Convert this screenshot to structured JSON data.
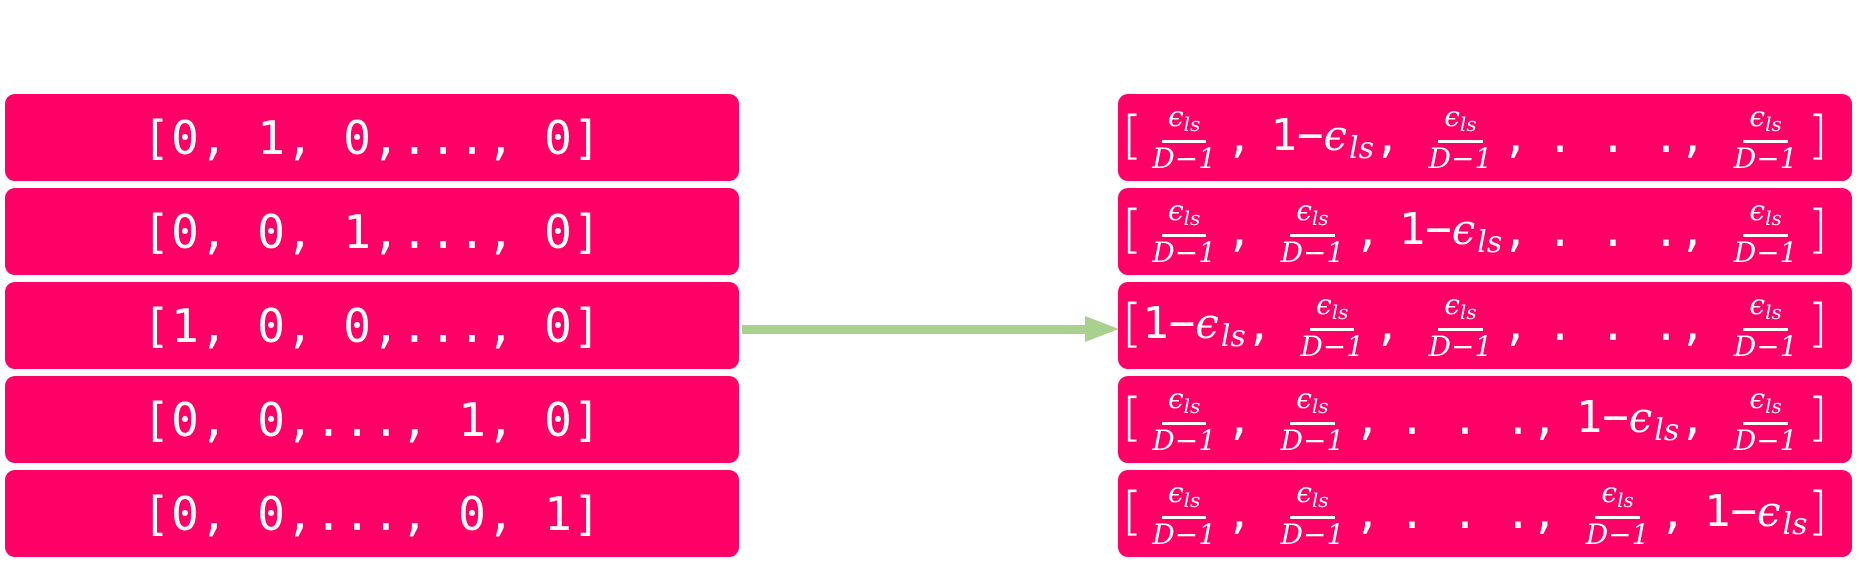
{
  "colors": {
    "box": "#ff0066",
    "text": "#ffffff",
    "arrow": "#a9d18e"
  },
  "left_vectors": [
    "[0, 1, 0,..., 0]",
    "[0, 0, 1,..., 0]",
    "[1, 0, 0,..., 0]",
    "[0, 0,..., 1, 0]",
    "[0, 0,..., 0, 1]"
  ],
  "symbols": {
    "lbracket": "[",
    "rbracket": "]",
    "frac_num": "ϵls",
    "frac_den": "D−1",
    "one_minus": "1−",
    "eps": "ϵ",
    "eps_sub": "ls",
    "comma": ",",
    "ellipsis": ". . .",
    "one_minus_eps": "1−ϵls"
  },
  "right_vectors": [
    [
      "frac",
      "oneminus",
      "frac",
      "ellipsis",
      "frac"
    ],
    [
      "frac",
      "frac",
      "oneminus",
      "ellipsis",
      "frac"
    ],
    [
      "oneminus",
      "frac",
      "frac",
      "ellipsis",
      "frac"
    ],
    [
      "frac",
      "frac",
      "ellipsis",
      "oneminus",
      "frac"
    ],
    [
      "frac",
      "frac",
      "ellipsis",
      "frac",
      "oneminus"
    ]
  ],
  "arrow": {
    "direction": "right"
  }
}
